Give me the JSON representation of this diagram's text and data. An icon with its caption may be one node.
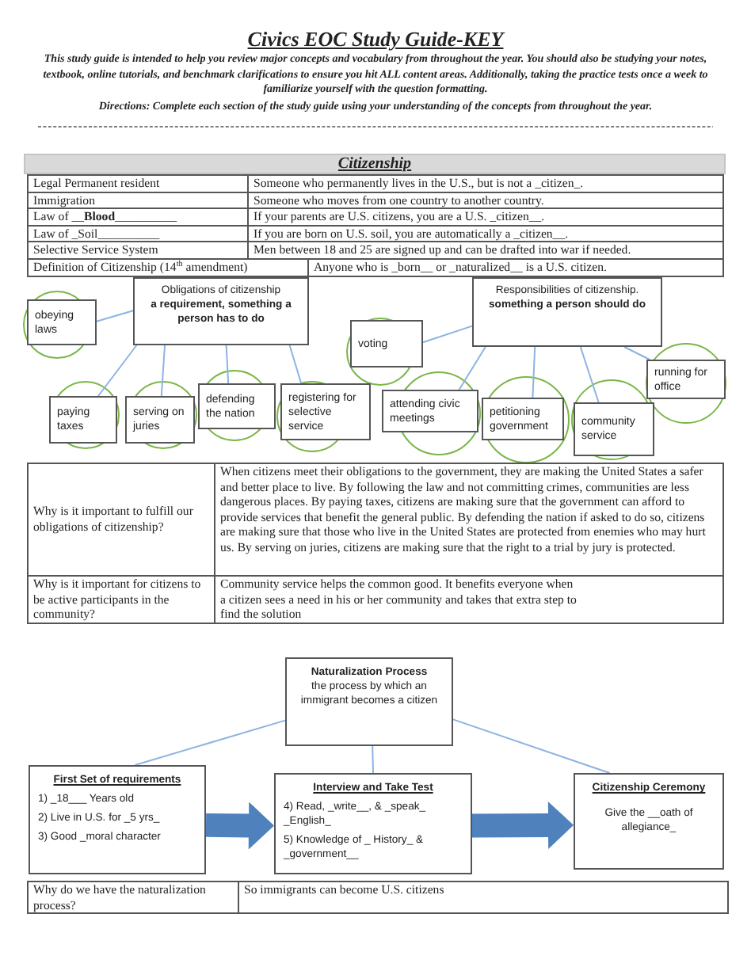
{
  "diagram": {
    "title": "Civics EOC Study Guide-KEY",
    "nodes": [
      {
        "text": [
          "Citizenship"
        ]
      },
      {
        "text": [
          "Obligations of citizenship",
          "a requirement, something a person has to do"
        ]
      },
      {
        "text": [
          "Responsibilities of citizenship.",
          "something a person should do"
        ]
      },
      {
        "text": [
          "obeying laws"
        ]
      },
      {
        "text": [
          "voting"
        ]
      },
      {
        "text": [
          "running for office"
        ]
      },
      {
        "text": [
          "paying taxes"
        ]
      },
      {
        "text": [
          "serving on juries"
        ]
      },
      {
        "text": [
          "defending the nation"
        ]
      },
      {
        "text": [
          "registering for selective service"
        ]
      },
      {
        "text": [
          "attending civic meetings"
        ]
      },
      {
        "text": [
          "petitioning government"
        ]
      },
      {
        "text": [
          "community service"
        ]
      },
      {
        "text": [
          "Naturalization Process",
          "the process by which an immigrant becomes a citizen"
        ]
      },
      {
        "text": [
          "First Set of requirements",
          "1) _18___ Years old",
          "2) Live in U.S. for _5 yrs_",
          "3) Good _moral character"
        ]
      },
      {
        "text": [
          "Interview and Take Test",
          "4) Read, _write__, & _speak_ _English_",
          "5) Knowledge of _ History_ & _government__"
        ]
      },
      {
        "text": [
          "Citizenship Ceremony",
          "Give the __oath of allegiance_"
        ]
      }
    ],
    "edges": [
      {
        "from": 1,
        "to": 3,
        "arrow": "none"
      },
      {
        "from": 1,
        "to": 6,
        "arrow": "none"
      },
      {
        "from": 1,
        "to": 7,
        "arrow": "none"
      },
      {
        "from": 1,
        "to": 8,
        "arrow": "none"
      },
      {
        "from": 1,
        "to": 9,
        "arrow": "none"
      },
      {
        "from": 2,
        "to": 4,
        "arrow": "none"
      },
      {
        "from": 2,
        "to": 10,
        "arrow": "none"
      },
      {
        "from": 2,
        "to": 11,
        "arrow": "none"
      },
      {
        "from": 2,
        "to": 12,
        "arrow": "none"
      },
      {
        "from": 2,
        "to": 5,
        "arrow": "none"
      },
      {
        "from": 13,
        "to": 14,
        "arrow": "none"
      },
      {
        "from": 13,
        "to": 15,
        "arrow": "none"
      },
      {
        "from": 13,
        "to": 16,
        "arrow": "none"
      },
      {
        "from": 14,
        "to": 15,
        "arrow": "to",
        "style": "thick",
        "color": "#4f81bd"
      },
      {
        "from": 15,
        "to": 16,
        "arrow": "to",
        "style": "thick",
        "color": "#4f81bd"
      }
    ],
    "labels": [
      "This study guide is intended to help you review major concepts and vocabulary from throughout the year. You should also be studying your notes, textbook, online tutorials, and benchmark clarifications to ensure you hit ALL content areas. Additionally, taking the practice tests once a week to familiarize yourself with the question formatting.",
      "Directions: Complete each section of the study guide using your understanding of the concepts from throughout the year.",
      "Legal Permanent resident",
      "Someone who permanently lives in the U.S., but is not a _citizen_.",
      "Immigration",
      "Someone who moves from one country to another country.",
      "Law of __**Blood**__________",
      "If your parents are U.S. citizens, you are a U.S. _citizen__.",
      "Law of _Soil__________",
      "If you are born on U.S. soil, you are automatically a _citizen__.",
      "Selective Service System",
      "Men between 18 and 25 are signed up and can be drafted into war if needed.",
      "Definition of Citizenship (14$^{th}$ amendment)",
      "Anyone who is _born__ or _naturalized__ is a U.S. citizen.",
      "Why is it important to fulfill our obligations of citizenship?",
      "When citizens meet their obligations to the government, they are making the United States a safer and better place to live. By following the law and not committing crimes, communities are less dangerous places. By paying taxes, citizens are making sure that the government can afford to provide services that benefit the general public. By defending the nation if asked to do so, citizens are making sure that those who live in the United States are protected from enemies who may hurt us. By serving on juries, citizens are making sure that the right to a trial by jury is protected.",
      "Why is it important for citizens to be active participants in the community?",
      "Community service helps the common good. It benefits everyone when a citizen sees a need in his or her community and takes that extra step to find the solution",
      "Why do we have the naturalization process?",
      "So immigrants can become U.S. citizens"
    ]
  }
}
